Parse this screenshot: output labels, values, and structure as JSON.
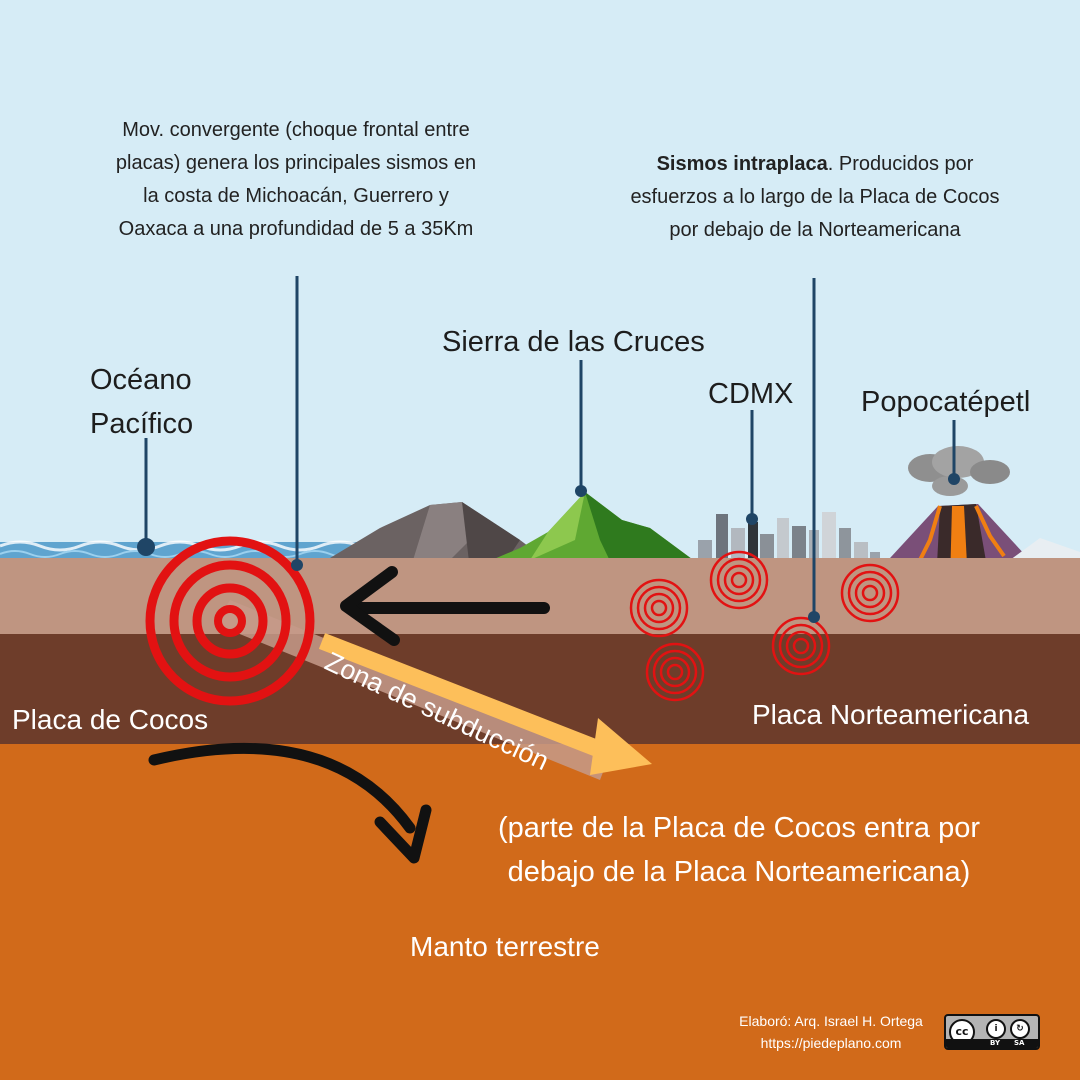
{
  "notes": {
    "convergent": "Mov. convergente (choque frontal entre placas) genera los principales sismos en la costa de Michoacán, Guerrero y Oaxaca a una profundidad de 5 a 35Km",
    "intraplate_bold": "Sismos intraplaca",
    "intraplate_rest": ". Producidos por esfuerzos a lo largo de la Placa de Cocos por debajo de la Norteamericana",
    "subduction_detail": "(parte de la Placa de Cocos entra por debajo de la Placa Norteamericana)"
  },
  "labels": {
    "ocean": "Océano Pacífico",
    "sierra": "Sierra de las Cruces",
    "cdmx": "CDMX",
    "popocatepetl": "Popocatépetl",
    "cocos_plate": "Placa de Cocos",
    "north_american_plate": "Placa Norteamericana",
    "subduction_zone": "Zona de subducción",
    "mantle": "Manto terrestre"
  },
  "credit": {
    "author": "Elaboró: Arq. Israel H. Ortega",
    "url": "https://piedeplano.com"
  },
  "license_badge": {
    "cc": "cc",
    "by": "BY",
    "sa": "SA"
  },
  "colors": {
    "sky": "#d6ecf6",
    "crust": "#bf9581",
    "plate": "#6e3d2a",
    "mantle": "#d16a1a",
    "quake_rings": "#e21212",
    "subduction_arrow": "#fdbf5a",
    "callout_lines": "#1f4566"
  }
}
